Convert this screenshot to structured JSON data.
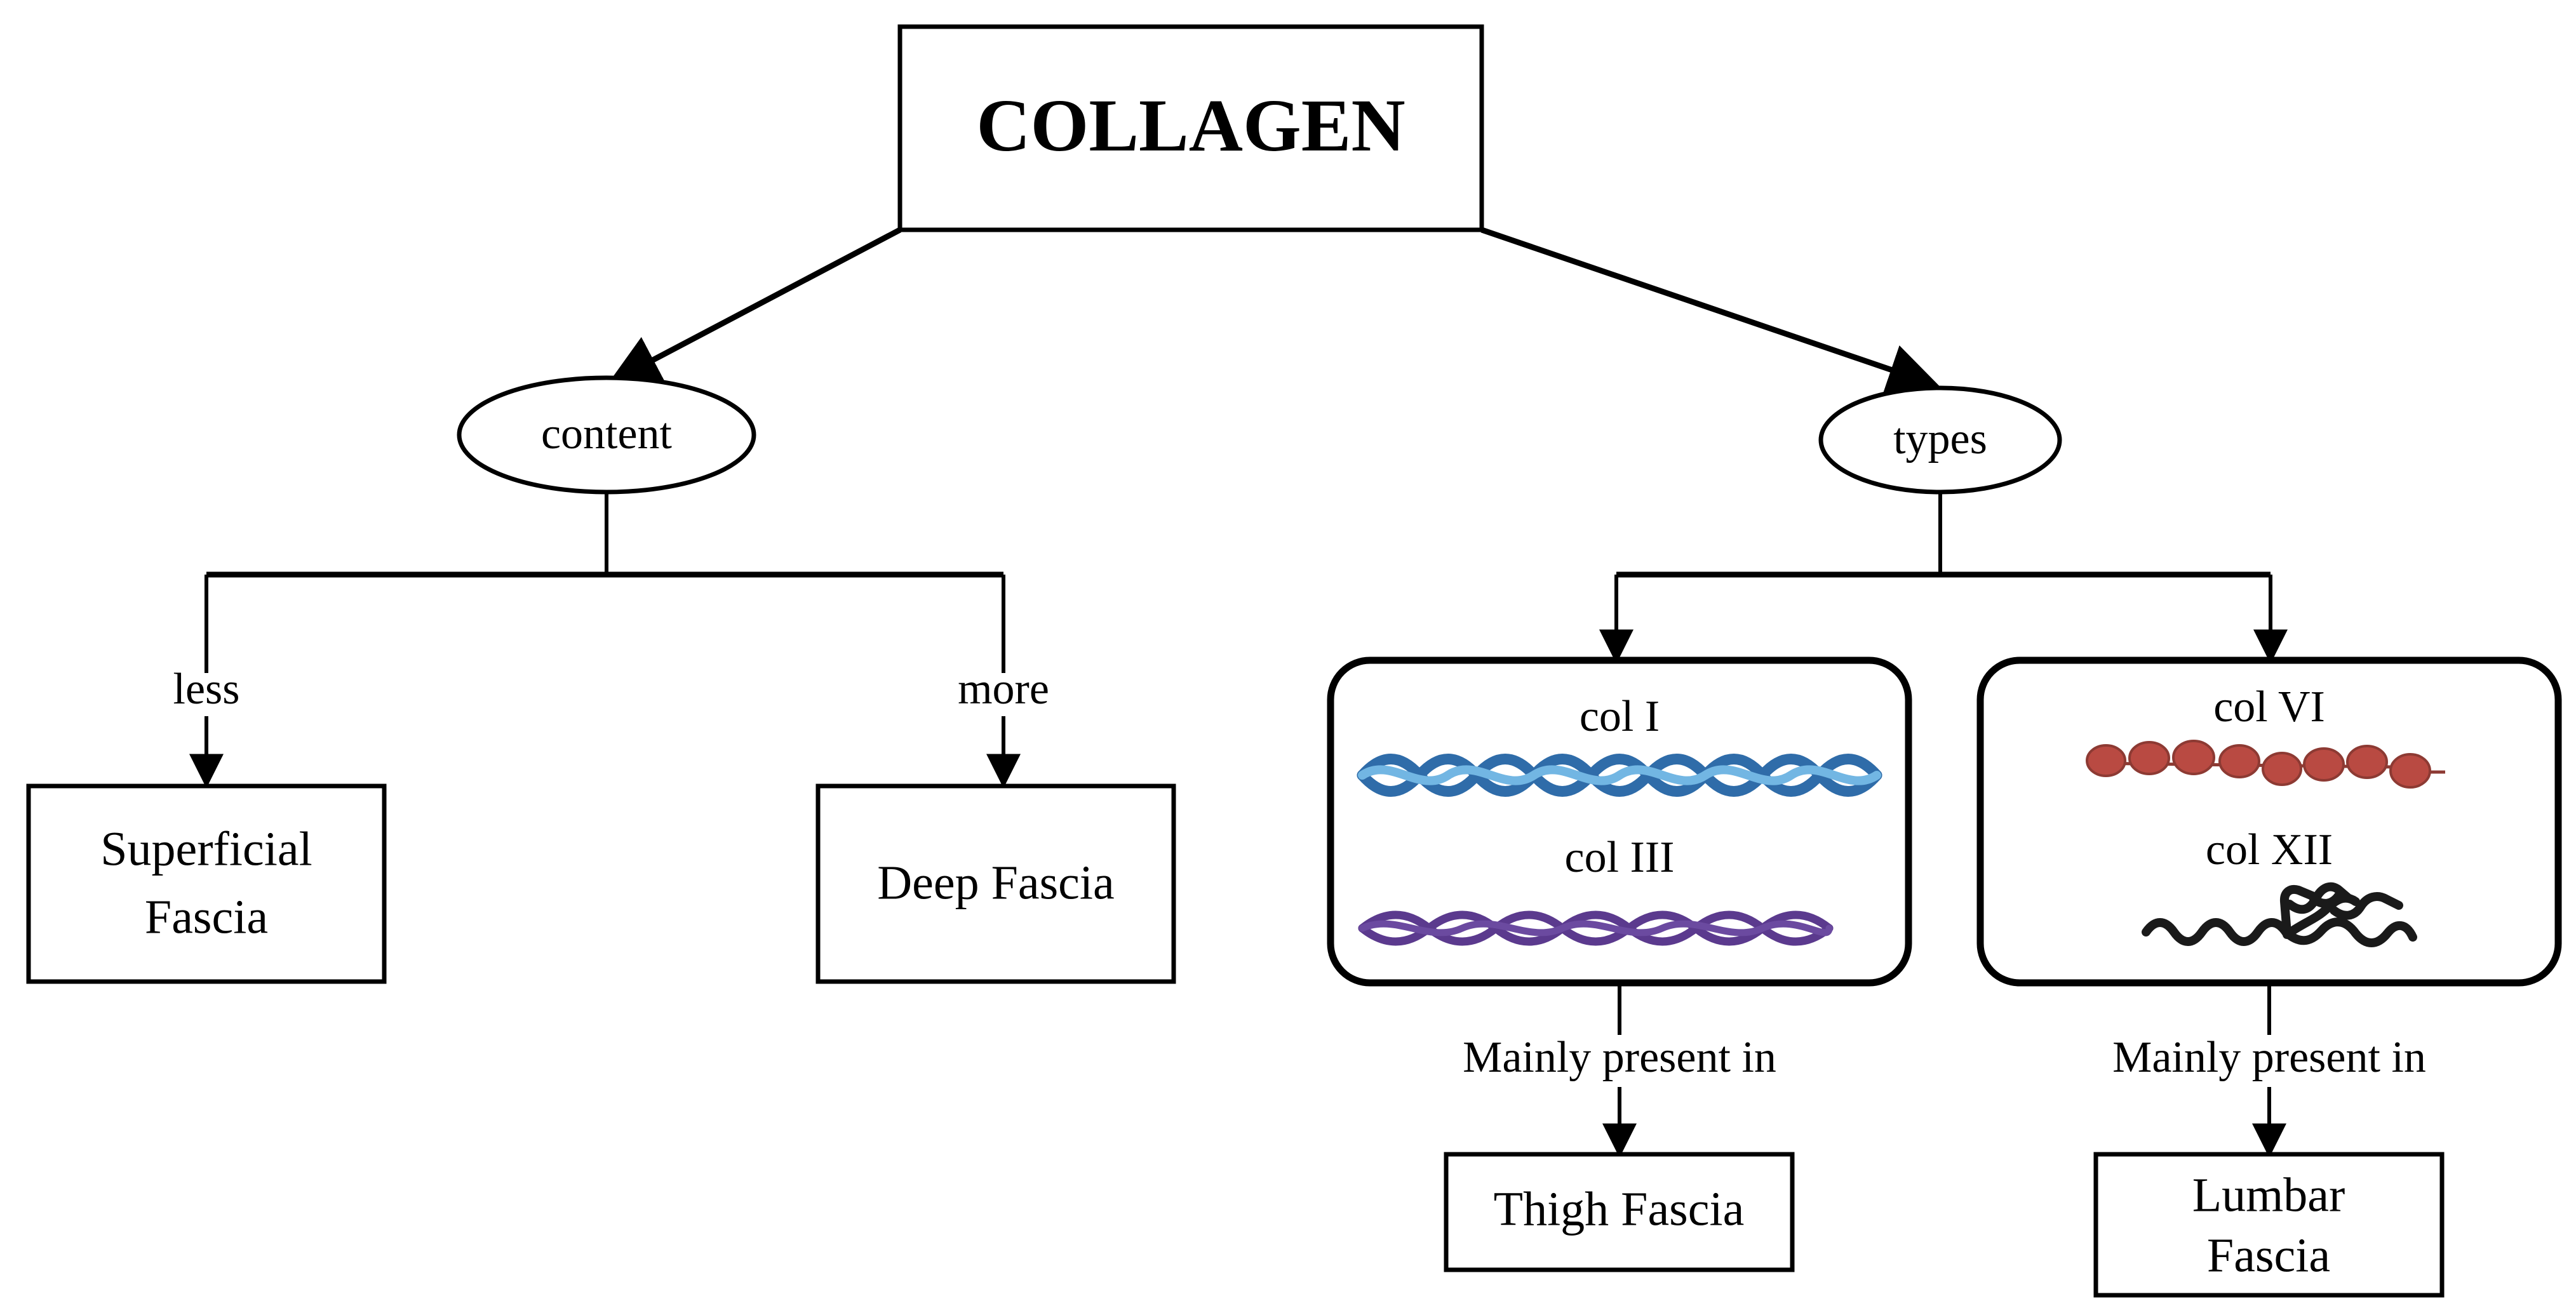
{
  "diagram": {
    "type": "flowchart",
    "title": "COLLAGEN",
    "root": {
      "label": "COLLAGEN",
      "shape": "rectangle"
    },
    "branches": [
      {
        "key": "content",
        "label": "content",
        "shape": "ellipse",
        "children": [
          {
            "edge_label": "less",
            "label_line1": "Superficial",
            "label_line2": "Fascia",
            "shape": "rectangle"
          },
          {
            "edge_label": "more",
            "label_line1": "Deep Fascia",
            "label_line2": "",
            "shape": "rectangle"
          }
        ]
      },
      {
        "key": "types",
        "label": "types",
        "shape": "ellipse",
        "children": [
          {
            "shape": "rounded-rectangle",
            "types": [
              {
                "name": "col I",
                "icon": "blue-triple-helix-icon",
                "color": "#2f6ca9",
                "accent_color": "#72b6e3"
              },
              {
                "name": "col III",
                "icon": "purple-braided-helix-icon",
                "color": "#5b3a8e",
                "accent_color": "#6b4aa0"
              }
            ],
            "edge_label": "Mainly present in",
            "target_line1": "Thigh Fascia",
            "target_line2": ""
          },
          {
            "shape": "rounded-rectangle",
            "types": [
              {
                "name": "col VI",
                "icon": "red-beaded-chain-icon",
                "color": "#b94a42",
                "accent_color": "#8d3a33"
              },
              {
                "name": "col XII",
                "icon": "black-wavy-fibril-icon",
                "color": "#1a1a1a",
                "accent_color": "#1a1a1a"
              }
            ],
            "edge_label": "Mainly present in",
            "target_line1": "Lumbar",
            "target_line2": "Fascia"
          }
        ]
      }
    ]
  },
  "labels": {
    "root": "COLLAGEN",
    "content": "content",
    "types": "types",
    "less": "less",
    "more": "more",
    "superficial_1": "Superficial",
    "superficial_2": "Fascia",
    "deep": "Deep Fascia",
    "col_i": "col I",
    "col_iii": "col III",
    "col_vi": "col VI",
    "col_xii": "col XII",
    "mainly_left": "Mainly present in",
    "mainly_right": "Mainly present in",
    "thigh": "Thigh Fascia",
    "lumbar_1": "Lumbar",
    "lumbar_2": "Fascia"
  },
  "colors": {
    "stroke": "#000000",
    "background": "#ffffff",
    "col_i_dark": "#2f6ca9",
    "col_i_light": "#72b6e3",
    "col_iii_purple": "#5b3a8e",
    "col_vi_red": "#b94a42",
    "col_vi_outline": "#8d3a33",
    "col_xii_black": "#1a1a1a"
  }
}
